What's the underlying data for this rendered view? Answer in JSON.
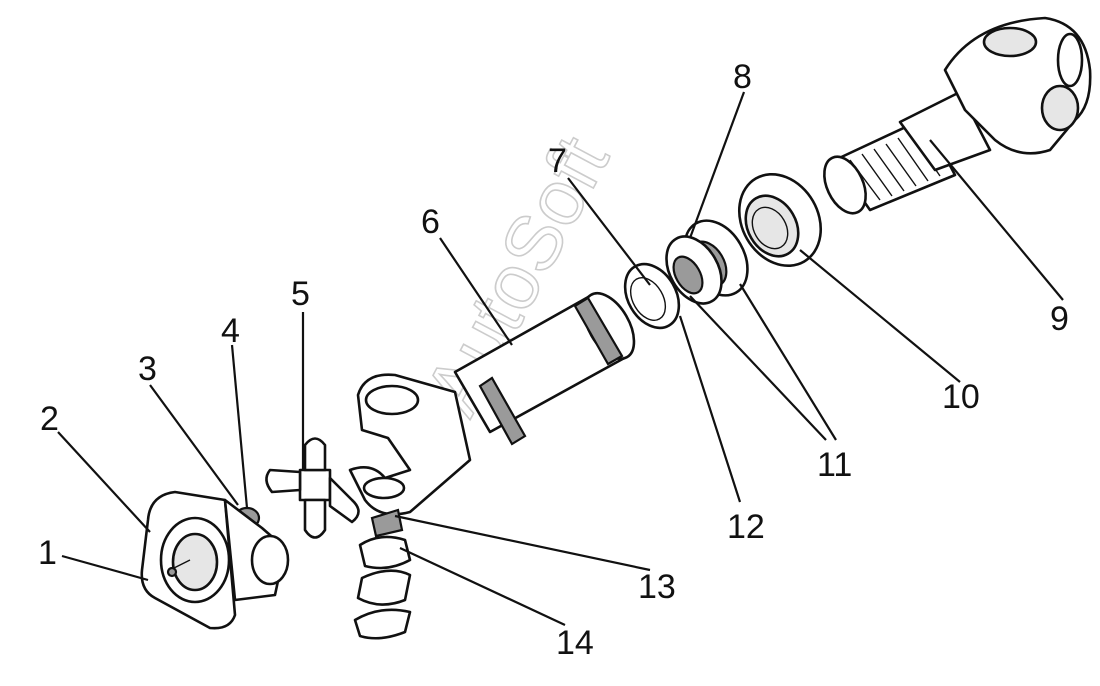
{
  "diagram": {
    "type": "exploded-parts-view",
    "watermark": "AutoSoft",
    "callouts": [
      {
        "id": "1",
        "label": "1"
      },
      {
        "id": "2",
        "label": "2"
      },
      {
        "id": "3",
        "label": "3"
      },
      {
        "id": "4",
        "label": "4"
      },
      {
        "id": "5",
        "label": "5"
      },
      {
        "id": "6",
        "label": "6"
      },
      {
        "id": "7",
        "label": "7"
      },
      {
        "id": "8",
        "label": "8"
      },
      {
        "id": "9",
        "label": "9"
      },
      {
        "id": "10",
        "label": "10"
      },
      {
        "id": "11",
        "label": "11"
      },
      {
        "id": "12",
        "label": "12"
      },
      {
        "id": "13",
        "label": "13"
      },
      {
        "id": "14",
        "label": "14"
      }
    ]
  }
}
